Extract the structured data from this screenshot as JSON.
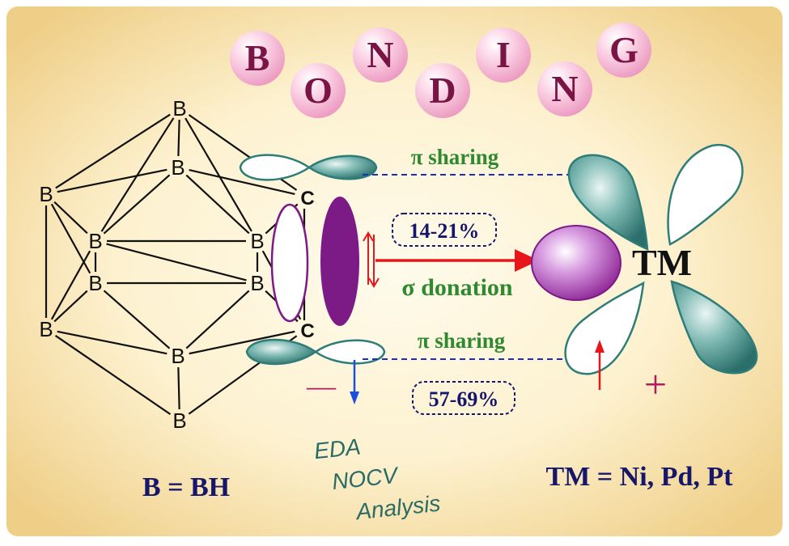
{
  "title_letters": [
    "B",
    "O",
    "N",
    "D",
    "I",
    "N",
    "G"
  ],
  "boron_atom": "B",
  "carbon_atom": "C",
  "pi_sharing_top": "π sharing",
  "pi_sharing_bottom": "π sharing",
  "sigma_donation": "σ donation",
  "sigma_percent": "14-21%",
  "pi_percent": "57-69%",
  "metal_label": "TM",
  "minus_sign": "—",
  "plus_sign": "+",
  "method": [
    "EDA",
    "NOCV",
    "Analysis"
  ],
  "legend_left": "B = BH",
  "legend_right": "TM = Ni, Pd, Pt",
  "colors": {
    "background_center": "#fdf3d2",
    "background_edge": "#f1d38e",
    "bubble": "#f7b9d6",
    "letter": "#7a1445",
    "teal_lobe": "#2e7d78",
    "purple_orbital": "#7c1a86",
    "navy_text": "#16166b",
    "green_text": "#2f8a2f",
    "arrow_red": "#e6161a",
    "arrow_blue": "#1c4fd8",
    "dashed_line": "#1c2cc7",
    "method_text": "#2a6b63",
    "sign_color": "#b21a5c"
  }
}
